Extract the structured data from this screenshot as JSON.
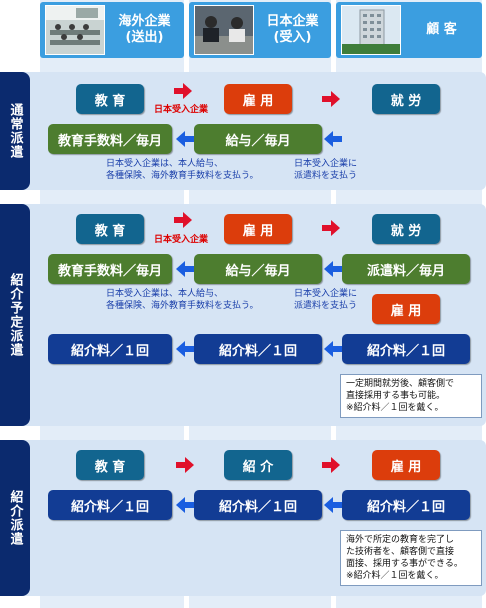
{
  "header": {
    "overseas": "海外企業\n(送出)",
    "japan": "日本企業\n(受入)",
    "client": "顧 客"
  },
  "rows": {
    "regular": "通常派遣",
    "intro_dispatch": "紹介予定派遣",
    "intro": "紹介派遣"
  },
  "labels": {
    "education": "教 育",
    "employment": "雇 用",
    "work": "就 労",
    "introduction": "紹 介",
    "edu_fee_monthly": "教育手数料／毎月",
    "salary_monthly": "給与／毎月",
    "dispatch_fee_monthly": "派遣料／毎月",
    "intro_fee_once": "紹介料／１回",
    "japan_receiver": "日本受入企業",
    "pays_note": "日本受入企業は、本人給与、\n各種保険、海外教育手数料を支払う。",
    "dispatch_note": "日本受入企業に\n派遣料を支払う",
    "direct_hire_note": "一定期間就労後、顧客側で\n直接採用する事も可能。\n※紹介料／１回を戴く。",
    "overseas_hire_note": "海外で所定の教育を完了し\nた技術者を、顧客側で直接\n面接、採用する事ができる。\n※紹介料／１回を戴く。"
  },
  "colors": {
    "header": "#3b9ee0",
    "row_label": "#0b2a6e",
    "teal": "#12658f",
    "red": "#dc3d0c",
    "green": "#4d7d2f",
    "blue": "#123c94",
    "arrow_red": "#e0102a",
    "arrow_blue": "#1a5ee0"
  }
}
